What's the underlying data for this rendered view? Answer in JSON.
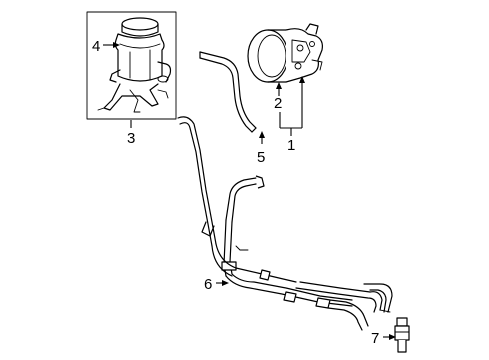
{
  "diagram": {
    "callouts": [
      {
        "id": "1",
        "text": "1"
      },
      {
        "id": "2",
        "text": "2"
      },
      {
        "id": "3",
        "text": "3"
      },
      {
        "id": "4",
        "text": "4"
      },
      {
        "id": "5",
        "text": "5"
      },
      {
        "id": "6",
        "text": "6"
      },
      {
        "id": "7",
        "text": "7"
      }
    ],
    "parts": [
      {
        "callout": "1",
        "icon": "power-steering-pump-icon"
      },
      {
        "callout": "2",
        "icon": "pump-pulley-icon"
      },
      {
        "callout": "3",
        "icon": "reservoir-assembly-icon"
      },
      {
        "callout": "4",
        "icon": "reservoir-tank-icon"
      },
      {
        "callout": "5",
        "icon": "return-hose-icon"
      },
      {
        "callout": "6",
        "icon": "pressure-line-icon"
      },
      {
        "callout": "7",
        "icon": "fitting-icon"
      }
    ]
  }
}
